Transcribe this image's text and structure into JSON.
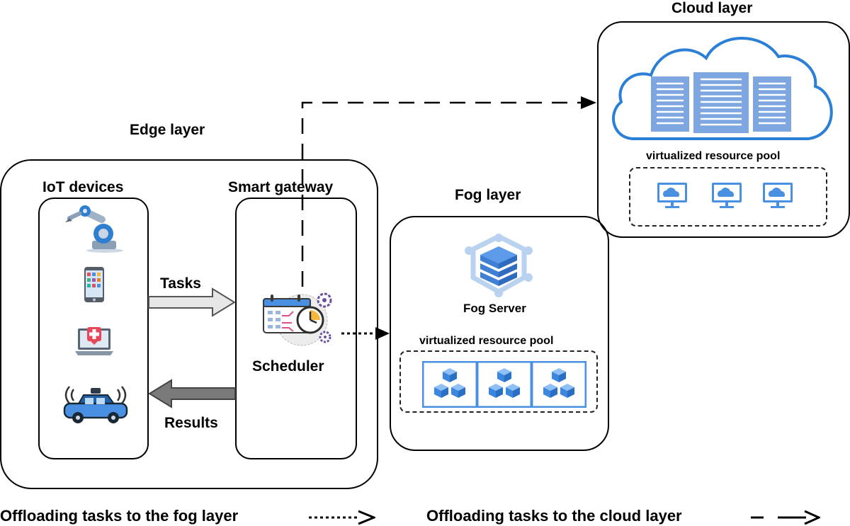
{
  "edge": {
    "title": "Edge layer",
    "iot_title": "IoT devices",
    "gateway_title": "Smart gateway",
    "scheduler_label": "Scheduler",
    "tasks_label": "Tasks",
    "results_label": "Results"
  },
  "fog": {
    "title": "Fog layer",
    "server_label": "Fog Server",
    "pool_label": "virtualized resource pool"
  },
  "cloud": {
    "title": "Cloud layer",
    "pool_label": "virtualized resource pool"
  },
  "legend": {
    "fog_offload": "Offloading tasks to the fog layer",
    "cloud_offload": "Offloading tasks to the cloud layer"
  },
  "colors": {
    "blue": "#4a90e2",
    "cloud_outline": "#2b7fd6",
    "server_fill": "#7ea6e0"
  }
}
